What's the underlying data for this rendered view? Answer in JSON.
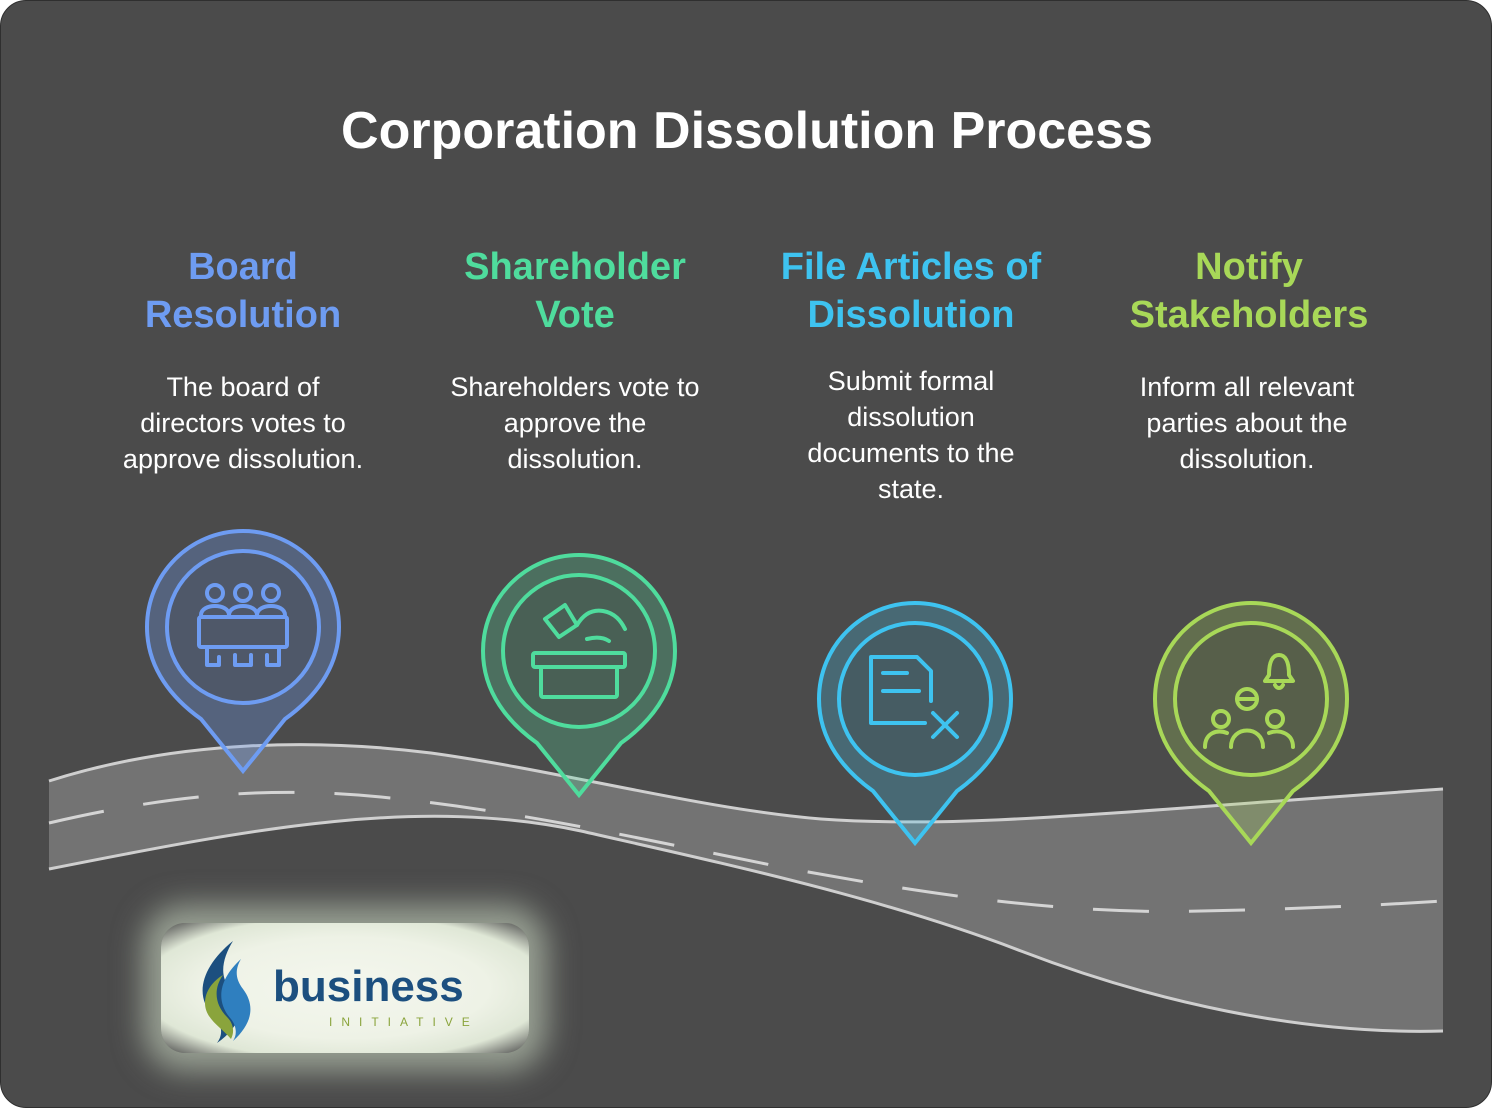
{
  "title": "Corporation Dissolution Process",
  "steps": [
    {
      "title_line1": "Board",
      "title_line2": "Resolution",
      "description": [
        "The board of",
        "directors votes to",
        "approve dissolution."
      ],
      "color": "#6e9cf2",
      "icon": "board-meeting-icon"
    },
    {
      "title_line1": "Shareholder",
      "title_line2": "Vote",
      "description": [
        "Shareholders vote to",
        "approve the",
        "dissolution."
      ],
      "color": "#4fdc9d",
      "icon": "ballot-box-icon"
    },
    {
      "title_line1": "File Articles of",
      "title_line2": "Dissolution",
      "description": [
        "Submit formal",
        "dissolution",
        "documents to the",
        "state."
      ],
      "color": "#3ec3f0",
      "icon": "document-cancel-icon"
    },
    {
      "title_line1": "Notify",
      "title_line2": "Stakeholders",
      "description": [
        "Inform all relevant",
        "parties about the",
        "dissolution."
      ],
      "color": "#a8d858",
      "icon": "people-bell-icon"
    }
  ],
  "logo": {
    "word": "business",
    "tagline": "INITIATIVE"
  },
  "colors": {
    "background": "#4b4b4b",
    "road": "#737373",
    "road_edge": "#cfcfcf",
    "title": "#ffffff",
    "logo_text": "#1c4f7f",
    "logo_accent": "#8aa43c"
  }
}
